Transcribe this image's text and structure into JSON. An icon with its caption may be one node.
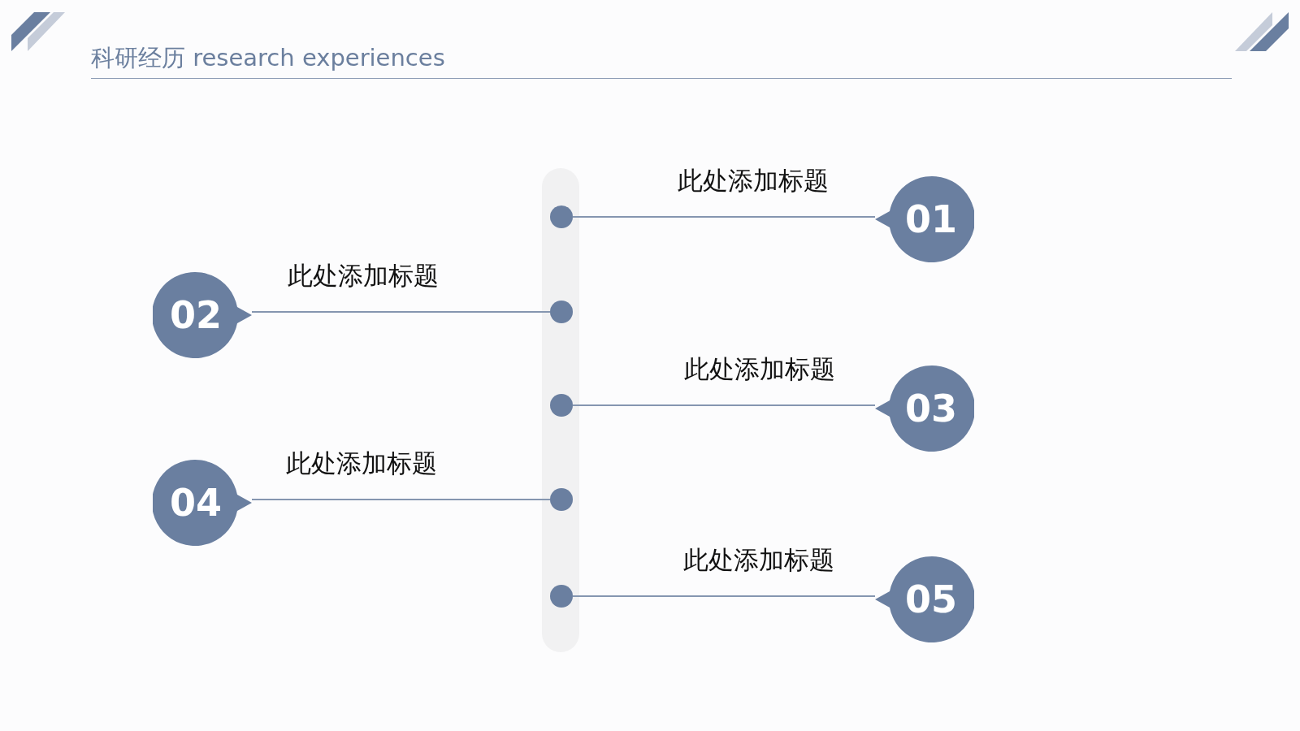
{
  "diagram": {
    "title": "科研经历 research experiences",
    "nodes": [
      {
        "text": [],
        "shape": "bar"
      },
      {
        "text": [],
        "shape": "circle",
        "in": 0
      },
      {
        "text": [],
        "shape": "circle",
        "in": 0
      },
      {
        "text": [],
        "shape": "circle",
        "in": 0
      },
      {
        "text": [],
        "shape": "circle",
        "in": 0
      },
      {
        "text": [],
        "shape": "circle",
        "in": 0
      },
      {
        "text": [
          "01"
        ]
      },
      {
        "text": [
          "02"
        ]
      },
      {
        "text": [
          "03"
        ]
      },
      {
        "text": [
          "04"
        ]
      },
      {
        "text": [
          "05"
        ]
      }
    ],
    "edges": [
      {
        "from": 1,
        "to": 6,
        "arrow": "none",
        "label": "此处添加标题"
      },
      {
        "from": 2,
        "to": 7,
        "arrow": "none",
        "label": "此处添加标题"
      },
      {
        "from": 3,
        "to": 8,
        "arrow": "none",
        "label": "此处添加标题"
      },
      {
        "from": 4,
        "to": 9,
        "arrow": "none",
        "label": "此处添加标题"
      },
      {
        "from": 5,
        "to": 10,
        "arrow": "none",
        "label": "此处添加标题"
      }
    ]
  }
}
